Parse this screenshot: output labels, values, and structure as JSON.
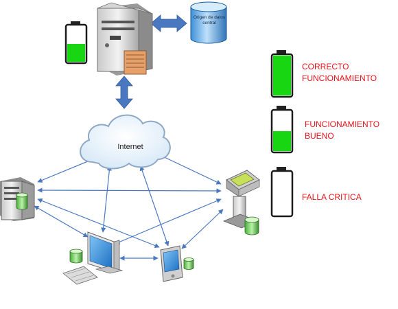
{
  "diagram": {
    "internet_label": "Internet",
    "database_label": "Origen de datos central"
  },
  "legend": [
    {
      "label": "CORRECTO\nFUNCIONAMIENTO",
      "level": 1.0
    },
    {
      "label": "FUNCIONAMIENTO\nBUENO",
      "level": 0.5
    },
    {
      "label": "FALLA CRITICA",
      "level": 0.0
    }
  ],
  "server_battery_level": 0.5,
  "colors": {
    "battery_fill": "#19d613",
    "link_arrow": "#4a78c0",
    "legend_text": "#e8141b",
    "cloud": "#eaf3fb"
  }
}
